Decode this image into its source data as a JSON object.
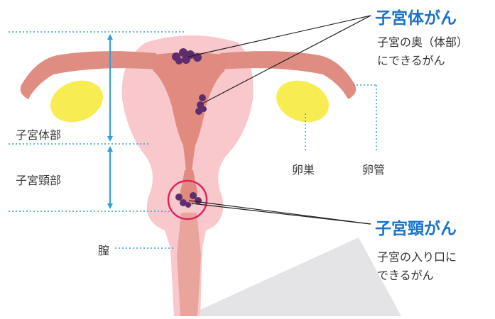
{
  "colors": {
    "uterus_outer": "#f8c8cc",
    "uterus_wall": "#e08a80",
    "tube": "#df8c82",
    "ovary": "#f7ec52",
    "tumor": "#5d2d6e",
    "guide": "#2e9fd8",
    "highlight": "#e0245e",
    "accent_text": "#1a73c8",
    "watermark": "#e4e4e6"
  },
  "labels": {
    "body_region": "子宮体部",
    "cervix_region": "子宮頸部",
    "vagina": "膣",
    "ovary": "卵巣",
    "fallopian_tube": "卵管"
  },
  "callouts": {
    "body_cancer": {
      "title": "子宮体がん",
      "desc_line1": "子宮の奥（体部）",
      "desc_line2": "にできるがん"
    },
    "cervical_cancer": {
      "title": "子宮頸がん",
      "desc_line1": "子宮の入り口に",
      "desc_line2": "できるがん"
    }
  }
}
